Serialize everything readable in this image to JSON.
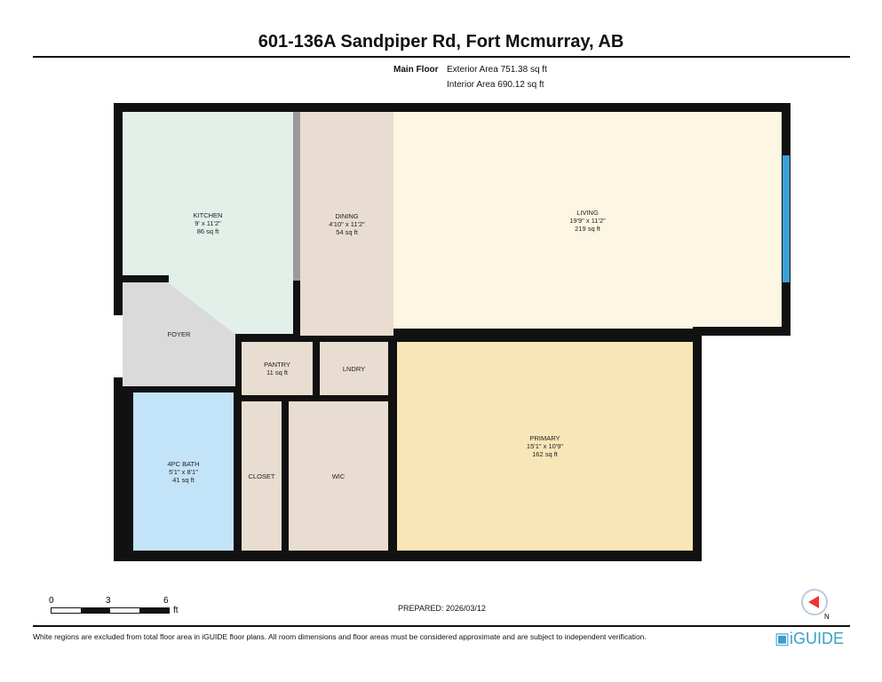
{
  "title": "601-136A Sandpiper Rd, Fort Mcmurray, AB",
  "floor": {
    "name": "Main Floor",
    "exterior": "Exterior Area 751.38 sq ft",
    "interior": "Interior Area 690.12 sq ft"
  },
  "rooms": {
    "kitchen": {
      "name": "KITCHEN",
      "dims": "9' x 11'2\"",
      "area": "86 sq ft",
      "color": "#e3efe9"
    },
    "dining": {
      "name": "DINING",
      "dims": "4'10\" x 11'2\"",
      "area": "54 sq ft",
      "color": "#e8ddd0"
    },
    "living": {
      "name": "LIVING",
      "dims": "19'9\" x 11'2\"",
      "area": "219 sq ft",
      "color": "#fdf6e2"
    },
    "foyer": {
      "name": "FOYER"
    },
    "pantry": {
      "name": "PANTRY",
      "area": "11 sq ft"
    },
    "laundry": {
      "name": "LNDRY"
    },
    "primary": {
      "name": "PRIMARY",
      "dims": "15'1\" x 10'9\"",
      "area": "162 sq ft",
      "color": "#f8e6b8"
    },
    "bath": {
      "name": "4PC BATH",
      "dims": "5'1\" x 8'1\"",
      "area": "41 sq ft",
      "color": "#c3e3f8"
    },
    "closet": {
      "name": "CLOSET"
    },
    "wic": {
      "name": "WIC"
    }
  },
  "scale": {
    "t0": "0",
    "t3": "3",
    "t6": "6",
    "unit": "ft"
  },
  "prepared": "PREPARED: 2026/03/12",
  "disclaimer": "White regions are excluded from total floor area in iGUIDE floor plans. All room dimensions and floor areas must be considered approximate and are subject to independent verification.",
  "brand": "iGUIDE",
  "compass": "N"
}
